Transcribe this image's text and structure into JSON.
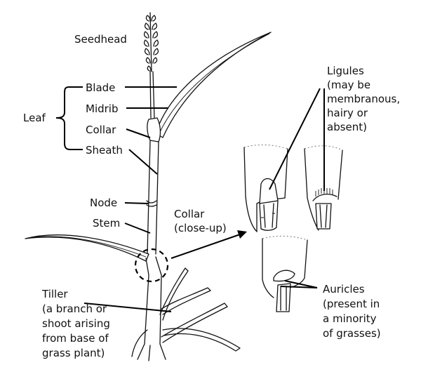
{
  "labels": {
    "seedhead": "Seedhead",
    "blade": "Blade",
    "midrib": "Midrib",
    "collar": "Collar",
    "sheath": "Sheath",
    "leaf": "Leaf",
    "node": "Node",
    "stem": "Stem",
    "collar_closeup_1": "Collar",
    "collar_closeup_2": "(close-up)",
    "ligules_1": "Ligules",
    "ligules_2": "(may be",
    "ligules_3": "membranous,",
    "ligules_4": "hairy or",
    "ligules_5": "absent)",
    "auricles_1": "Auricles",
    "auricles_2": "(present in",
    "auricles_3": "a minority",
    "auricles_4": "of grasses)",
    "tiller_1": "Tiller",
    "tiller_2": "(a branch or",
    "tiller_3": "shoot arising",
    "tiller_4": "from base of",
    "tiller_5": "grass plant)"
  }
}
